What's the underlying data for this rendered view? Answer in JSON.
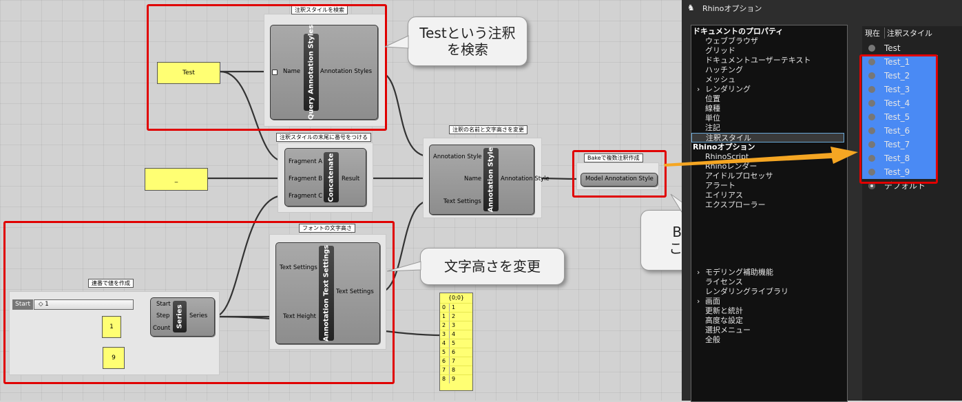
{
  "canvas": {
    "groups": [
      {
        "label": "注釈スタイルを検索"
      },
      {
        "label": "注釈スタイルの末尾に番号をつける"
      },
      {
        "label": "注釈の名前と文字高さを変更"
      },
      {
        "label": "Bakeで複数注釈作成"
      },
      {
        "label": "フォントの文字高さ"
      },
      {
        "label": "連番で値を作成"
      }
    ],
    "components": {
      "query": {
        "title": "Query Annotation Styles",
        "in_name": "Name",
        "out": "Annotation Styles"
      },
      "concat": {
        "title": "Concatenate",
        "in_a": "Fragment A",
        "in_b": "Fragment B",
        "in_c": "Fragment C",
        "out": "Result"
      },
      "anno_style": {
        "title": "Annotation Style",
        "in_style": "Annotation Style",
        "in_name": "Name",
        "in_settings": "Text Settings",
        "out": "Annotation Style"
      },
      "model_anno": {
        "title": "Model Annotation Style"
      },
      "text_settings": {
        "title": "Annotation Text Settings",
        "in_settings": "Text Settings",
        "in_height": "Text Height",
        "out": "Text Settings"
      },
      "series": {
        "title": "Series",
        "in_start": "Start",
        "in_step": "Step",
        "in_count": "Count",
        "out": "Series"
      }
    },
    "panels": {
      "test": "Test",
      "underscore": "_",
      "one": "1",
      "nine": "9"
    },
    "slider": {
      "label": "Start",
      "value": "1"
    },
    "list": {
      "header": "{0;0}",
      "rows": [
        {
          "i": "0",
          "v": "1"
        },
        {
          "i": "1",
          "v": "2"
        },
        {
          "i": "2",
          "v": "3"
        },
        {
          "i": "3",
          "v": "4"
        },
        {
          "i": "4",
          "v": "5"
        },
        {
          "i": "5",
          "v": "6"
        },
        {
          "i": "6",
          "v": "7"
        },
        {
          "i": "7",
          "v": "8"
        },
        {
          "i": "8",
          "v": "9"
        }
      ]
    },
    "callouts": {
      "search_line1": "Testという注釈",
      "search_line2": "を検索",
      "height": "文字高さを変更",
      "bake_line1": "Bakeで文字高さが",
      "bake_line2": "ことなる注釈を作成"
    }
  },
  "options": {
    "window_title": "Rhinoオプション",
    "tree": {
      "doc_header": "ドキュメントのプロパティ",
      "doc_items": [
        "ウェブブラウザ",
        "グリッド",
        "ドキュメントユーザーテキスト",
        "ハッチング",
        "メッシュ",
        "レンダリング",
        "位置",
        "線種",
        "単位",
        "注記",
        "注釈スタイル"
      ],
      "rhino_header": "Rhinoオプション",
      "rhino_items": [
        "RhinoScript",
        "Rhinoレンダー",
        "アイドルプロセッサ",
        "アラート",
        "エイリアス",
        "エクスプローラー"
      ],
      "lower_items": [
        "モデリング補助機能",
        "ライセンス",
        "レンダリングライブラリ",
        "画面",
        "更新と統計",
        "高度な設定",
        "選択メニュー",
        "全般"
      ]
    },
    "styles": {
      "col_current": "現在",
      "col_name": "注釈スタイル",
      "items": [
        "Test",
        "Test_1",
        "Test_2",
        "Test_3",
        "Test_4",
        "Test_5",
        "Test_6",
        "Test_7",
        "Test_8",
        "Test_9",
        "デフォルト"
      ]
    }
  },
  "colors": {
    "highlight": "#e00000",
    "selection": "#4a8af4",
    "arrow": "#f5a623",
    "panel": "#ffff73"
  }
}
